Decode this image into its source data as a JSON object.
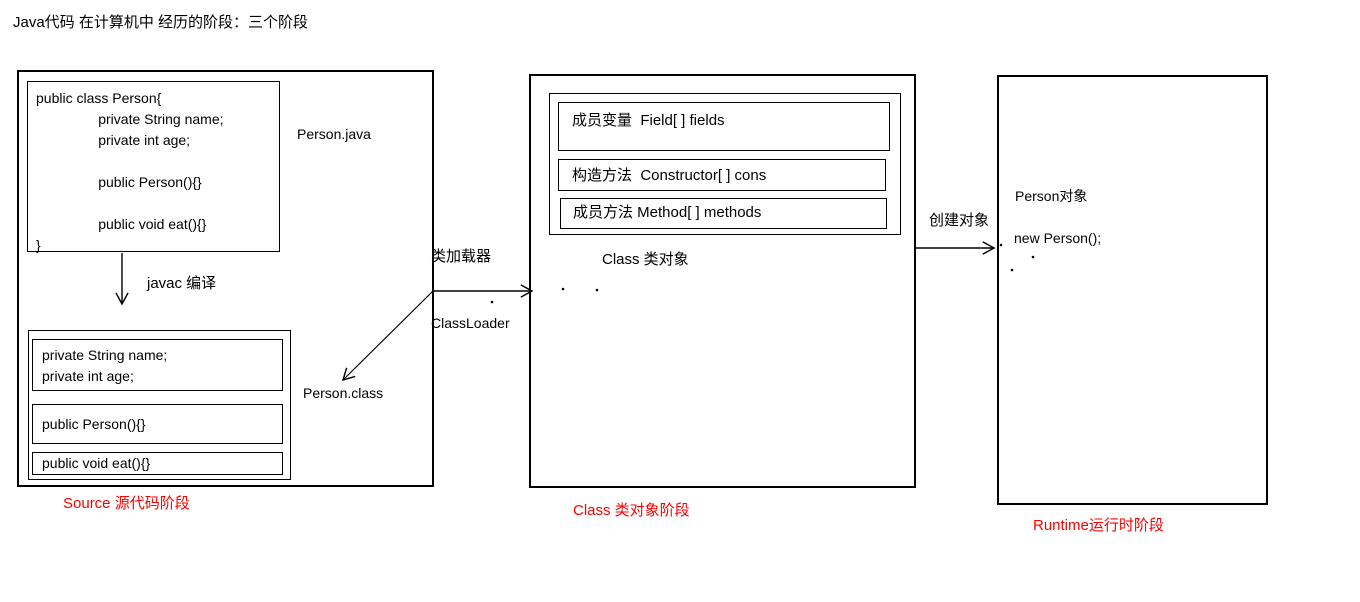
{
  "title": "Java代码 在计算机中 经历的阶段：三个阶段",
  "colors": {
    "caption": "#ff0000",
    "ink": "#000000",
    "background": "#ffffff"
  },
  "source_stage": {
    "caption": "Source 源代码阶段",
    "file_label": "Person.java",
    "source_code_lines": [
      "public class Person{",
      "                private String name;",
      "                private int age;",
      "",
      "                public Person(){}",
      "",
      "                public void eat(){}",
      "}"
    ],
    "compile_arrow_label": "javac 编译",
    "class_file_label": "Person.class",
    "bytecode_sections": [
      {
        "lines": [
          "private String name;",
          "private int age;"
        ]
      },
      {
        "lines": [
          "public Person(){}"
        ]
      },
      {
        "lines": [
          "public void eat(){}"
        ]
      }
    ]
  },
  "class_loader": {
    "label_cn": "类加载器",
    "label_en": "ClassLoader"
  },
  "class_stage": {
    "caption": "Class 类对象阶段",
    "object_label": "Class 类对象",
    "members": [
      {
        "label": "成员变量  Field[ ] fields"
      },
      {
        "label": "构造方法  Constructor[ ] cons"
      },
      {
        "label": "成员方法 Method[ ] methods"
      }
    ]
  },
  "create_object": {
    "label": "创建对象"
  },
  "runtime_stage": {
    "caption": "Runtime运行时阶段",
    "object_label": "Person对象",
    "code_label": "new Person();"
  }
}
